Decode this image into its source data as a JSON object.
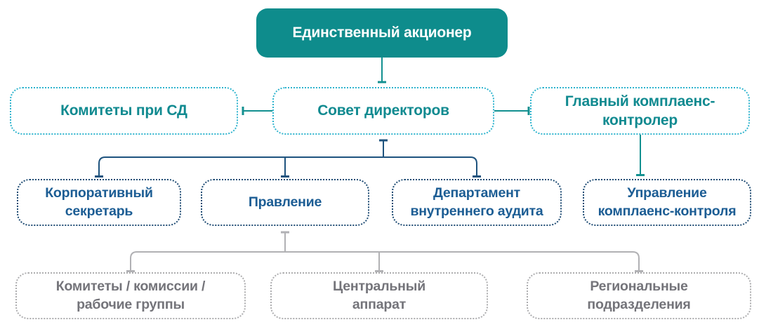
{
  "title": "Организационная структура (схема)",
  "palette": {
    "teal_fill": "#0E8C8C",
    "teal_text": "#108A90",
    "cyan_dotted_border": "#2FB4CE",
    "teal_connector": "#139090",
    "navy_dotted_border": "#1E4B73",
    "blue_text": "#1C5D94",
    "blue_connector": "#1E537E",
    "gray_dotted_border": "#ADADAF",
    "gray_text": "#74747A",
    "gray_connector": "#B1B1B4",
    "background": "#FFFFFF",
    "top_node_text": "#FFFFFF"
  },
  "nodes": {
    "sole_shareholder": {
      "label": "Единственный акционер"
    },
    "bod_committees": {
      "label": "Комитеты при СД"
    },
    "board_of_directors": {
      "label": "Совет директоров"
    },
    "chief_compliance_officer": {
      "label": "Главный комплаенс-\nконтролер"
    },
    "corporate_secretary": {
      "label": "Корпоративный\nсекретарь"
    },
    "management_board": {
      "label": "Правление"
    },
    "internal_audit_department": {
      "label": "Департамент\nвнутреннего аудита"
    },
    "compliance_control_department": {
      "label": "Управление\nкомплаенс-контроля"
    },
    "committees_commissions_working_groups": {
      "label": "Комитеты / комиссии /\nрабочие группы"
    },
    "central_office": {
      "label": "Центральный\nаппарат"
    },
    "regional_units": {
      "label": "Региональные\nподразделения"
    }
  }
}
